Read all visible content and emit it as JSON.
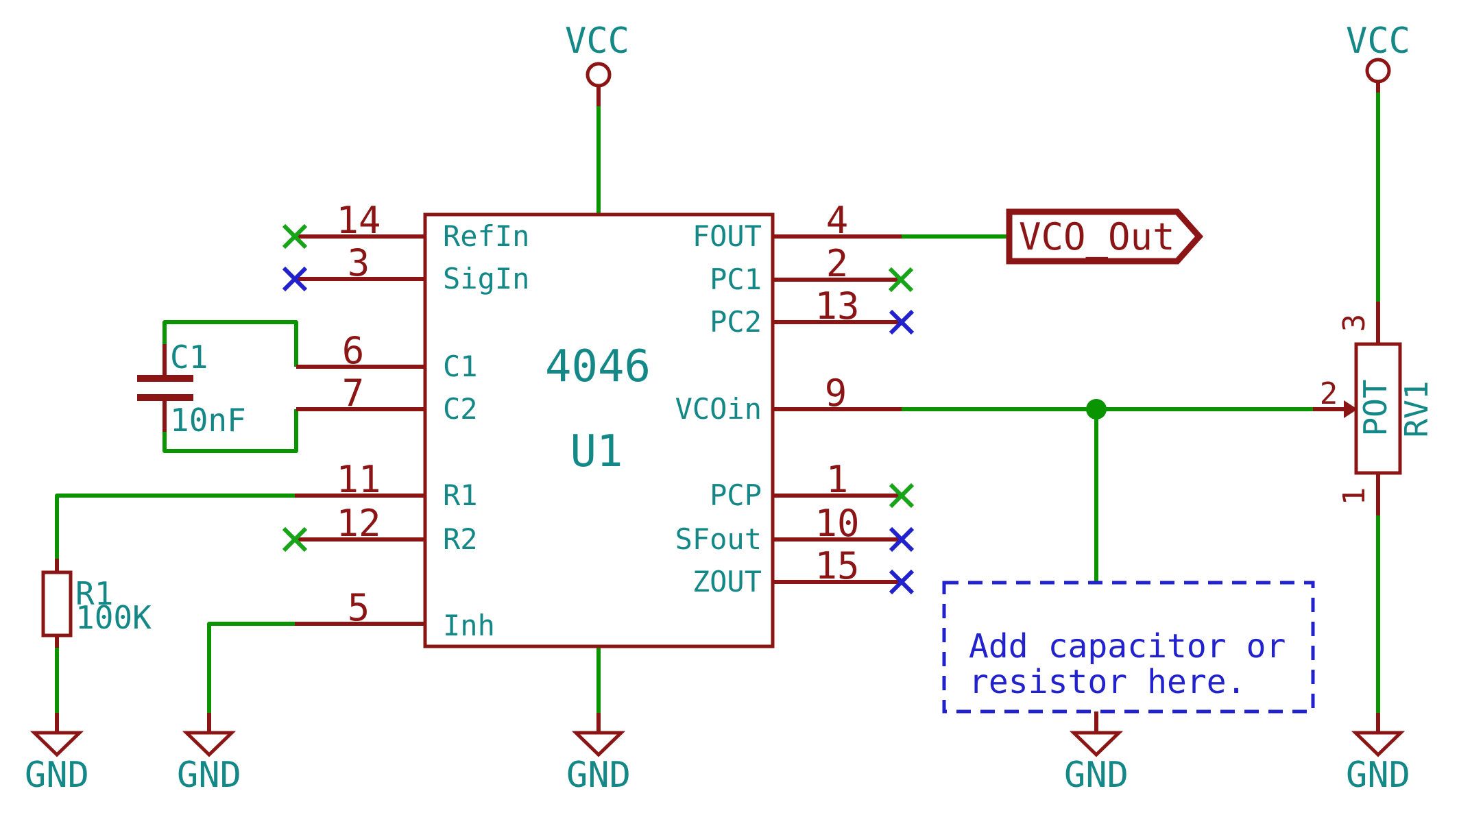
{
  "palette": {
    "maroon": "#8B1515",
    "green": "#0A9400",
    "teal": "#148787",
    "blue": "#2222CC",
    "nc-green": "#18A418",
    "background": "#FFFFFF"
  },
  "power": {
    "vcc": "VCC",
    "gnd": "GND"
  },
  "ic": {
    "value": "4046",
    "reference": "U1",
    "left_pins": [
      {
        "number": "14",
        "name": "RefIn"
      },
      {
        "number": "3",
        "name": "SigIn"
      },
      {
        "number": "6",
        "name": "C1"
      },
      {
        "number": "7",
        "name": "C2"
      },
      {
        "number": "11",
        "name": "R1"
      },
      {
        "number": "12",
        "name": "R2"
      },
      {
        "number": "5",
        "name": "Inh"
      }
    ],
    "right_pins": [
      {
        "number": "4",
        "name": "FOUT"
      },
      {
        "number": "2",
        "name": "PC1"
      },
      {
        "number": "13",
        "name": "PC2"
      },
      {
        "number": "9",
        "name": "VCOin"
      },
      {
        "number": "1",
        "name": "PCP"
      },
      {
        "number": "10",
        "name": "SFout"
      },
      {
        "number": "15",
        "name": "ZOUT"
      }
    ]
  },
  "components": {
    "c1": {
      "reference": "C1",
      "value": "10nF"
    },
    "r1": {
      "reference": "R1",
      "value": "100K"
    },
    "rv1": {
      "reference": "RV1",
      "value": "POT",
      "pin3": "3",
      "pin2": "2",
      "pin1": "1"
    }
  },
  "net_labels": {
    "vco_out": "VCO_Out"
  },
  "note": {
    "line1": "Add capacitor or",
    "line2": "resistor here."
  }
}
